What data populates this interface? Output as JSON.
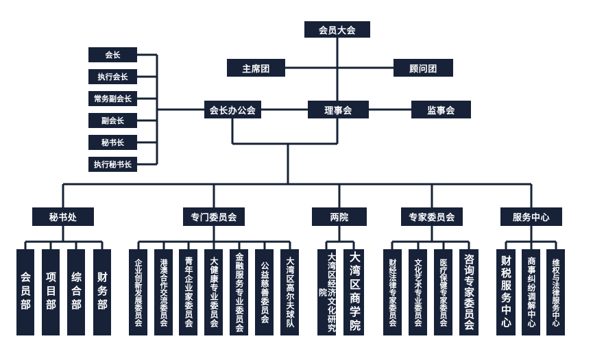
{
  "top": {
    "assembly": "会员大会",
    "presidium": "主席团",
    "advisory": "顾问团",
    "president_office": "会长办公会",
    "council": "理事会",
    "supervisory": "监事会"
  },
  "leadership": [
    "会长",
    "执行会长",
    "常务副会长",
    "副会长",
    "秘书长",
    "执行秘书长"
  ],
  "departments": {
    "secretariat": {
      "label": "秘书处",
      "children": [
        "会员部",
        "项目部",
        "综合部",
        "财务部"
      ]
    },
    "committees": {
      "label": "专门委员会",
      "children": [
        "企业创新发展委员会",
        "港澳合作交流委员会",
        "青年企业家委员会",
        "大健康专业委员会",
        "金融服务专业委员会",
        "公益慈善委员会",
        "大湾区高尔夫球队"
      ]
    },
    "academy": {
      "label": "两院",
      "children": [
        "大湾区经济文化研究院",
        "大湾区商学院"
      ]
    },
    "experts": {
      "label": "专家委员会",
      "children": [
        "财经法律专家委员会",
        "文化艺术专业委员会",
        "医疗保健专家委员会",
        "咨询专家委员会"
      ]
    },
    "services": {
      "label": "服务中心",
      "children": [
        "财税服务中心",
        "商事纠纷调解中心",
        "维权与法律服务中心"
      ]
    }
  }
}
